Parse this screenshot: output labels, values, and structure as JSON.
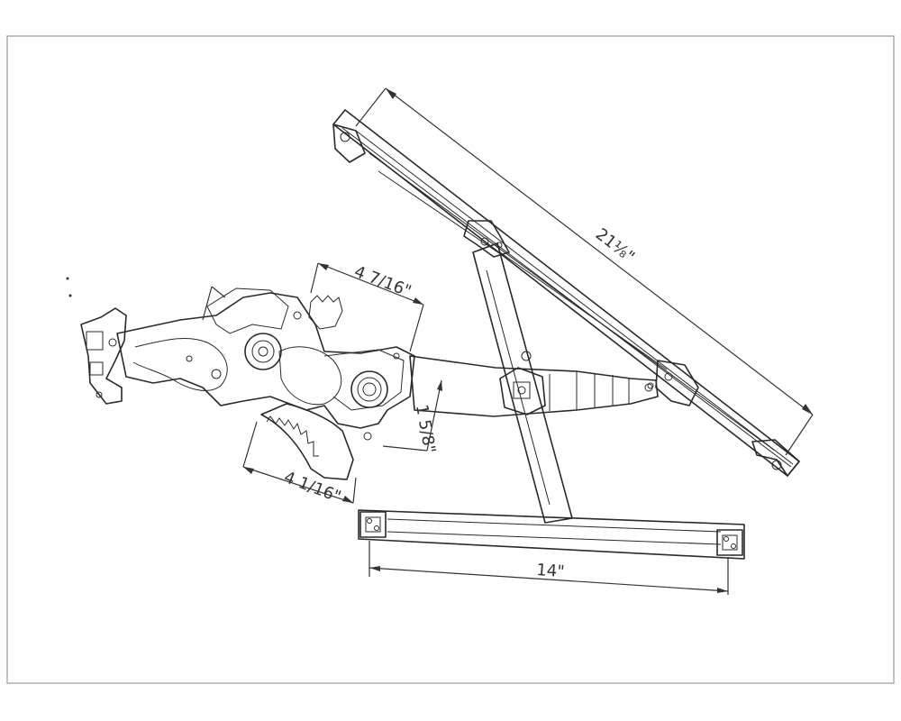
{
  "dimensions": {
    "rail_length": "21⅛\"",
    "motor_width": "4 7/16\"",
    "sector_width": "4 1/16\"",
    "sector_height": "1 5/8\"",
    "bottom_rail_length": "14\""
  }
}
